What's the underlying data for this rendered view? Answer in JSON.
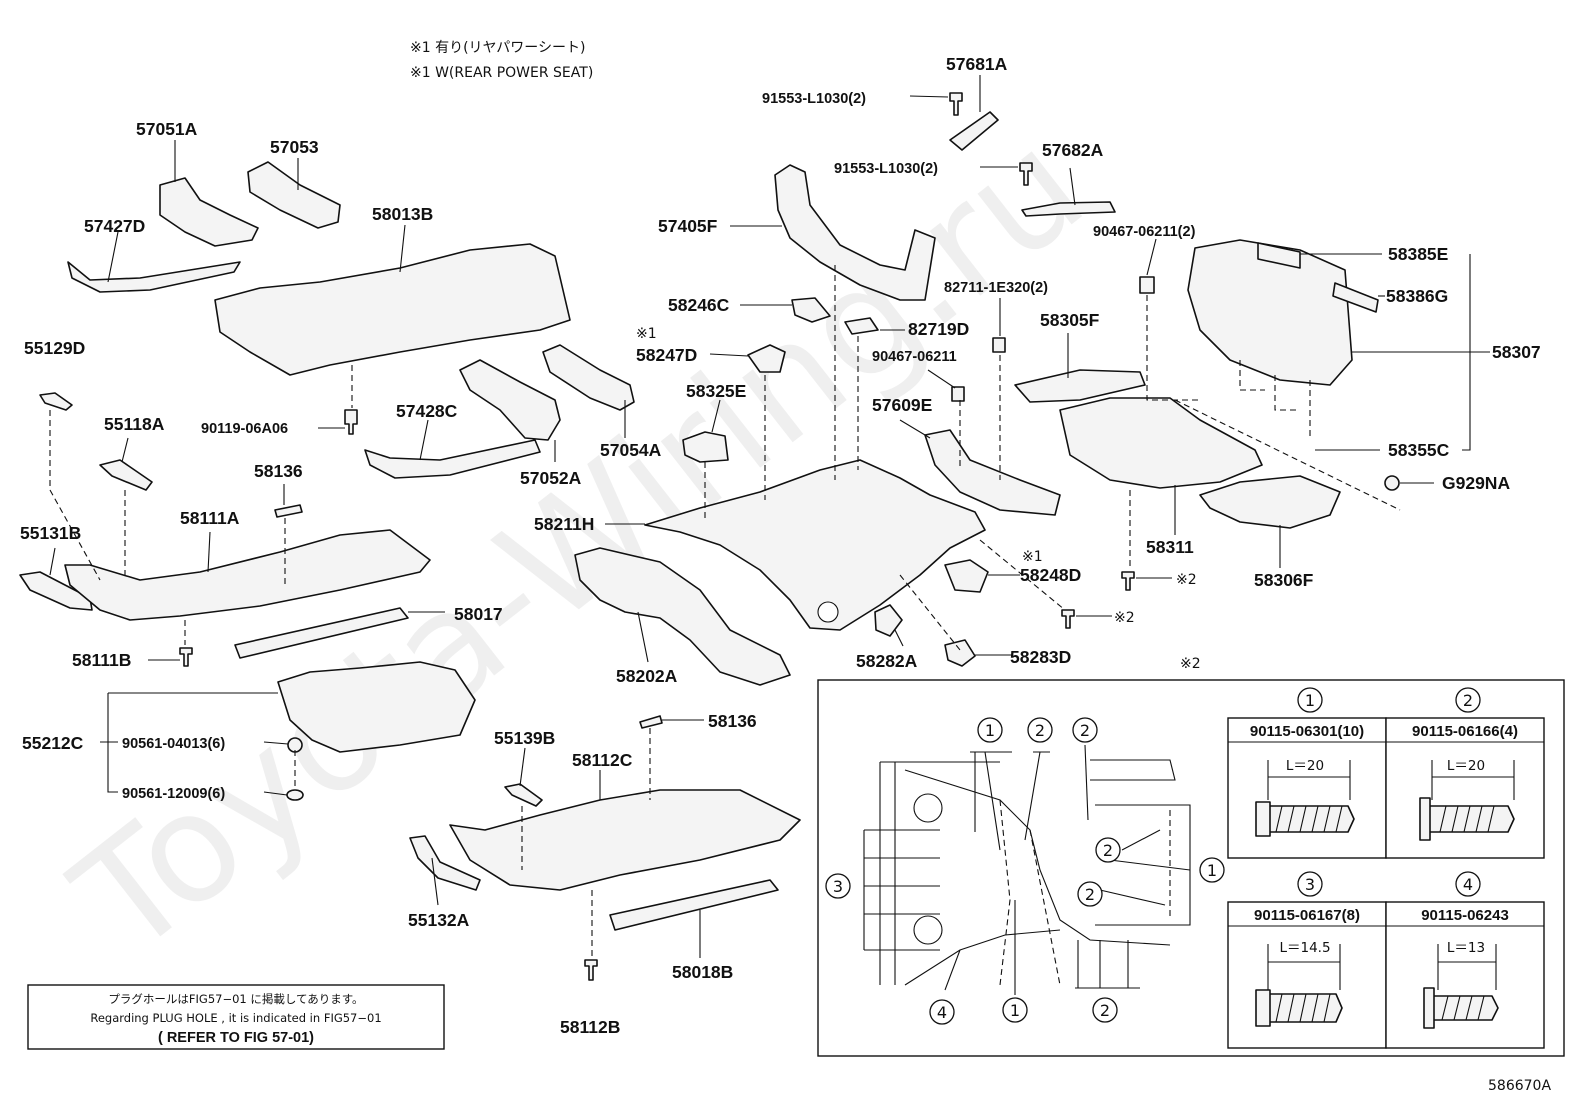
{
  "watermark": "Toyota-Wiring.ru",
  "header_notes": {
    "note_jp": "※1 有り(リヤパワーシート)",
    "note_en": "※1 W(REAR POWER SEAT)"
  },
  "parts": {
    "p57681A": "57681A",
    "p91553a": "91553-L1030(2)",
    "p91553b": "91553-L1030(2)",
    "p57682A": "57682A",
    "p57051A": "57051A",
    "p57053": "57053",
    "p57427D": "57427D",
    "p58013B": "58013B",
    "p57405F": "57405F",
    "p90467_2": "90467-06211(2)",
    "p58385E": "58385E",
    "p82711": "82711-1E320(2)",
    "p58386G": "58386G",
    "p58246C": "58246C",
    "p82719D": "82719D",
    "p58305F": "58305F",
    "p58307": "58307",
    "p58247D": "58247D",
    "p58247D_mark": "※1",
    "p90467": "90467-06211",
    "p58325E": "58325E",
    "p57609E": "57609E",
    "p55129D": "55129D",
    "p57428C": "57428C",
    "p90119": "90119-06A06",
    "p57054A": "57054A",
    "p58355C": "58355C",
    "p55118A": "55118A",
    "p57052A": "57052A",
    "pG929NA": "G929NA",
    "p58136a": "58136",
    "p58211H": "58211H",
    "p58311": "58311",
    "p55131B": "55131B",
    "p58111A": "58111A",
    "p58248D": "58248D",
    "p58248D_mark": "※1",
    "p58306F": "58306F",
    "p58017": "58017",
    "p58111B": "58111B",
    "p58282A": "58282A",
    "p58283D": "58283D",
    "p58202A": "58202A",
    "p55212C": "55212C",
    "p90561_04013": "90561-04013(6)",
    "p90561_12009": "90561-12009(6)",
    "p58136b": "58136",
    "p55139B": "55139B",
    "p58112C": "58112C",
    "p55132A": "55132A",
    "p58018B": "58018B",
    "p58112B": "58112B",
    "mark2_a": "※2",
    "mark2_b": "※2",
    "mark2_c": "※2"
  },
  "inset": {
    "circles": [
      "1",
      "2",
      "2",
      "2",
      "1",
      "3",
      "2",
      "4",
      "1",
      "2"
    ],
    "table": [
      {
        "num": "1",
        "part": "90115-06301(10)",
        "length": "L＝20"
      },
      {
        "num": "2",
        "part": "90115-06166(4)",
        "length": "L＝20"
      },
      {
        "num": "3",
        "part": "90115-06167(8)",
        "length": "L＝14.5"
      },
      {
        "num": "4",
        "part": "90115-06243",
        "length": "L＝13"
      }
    ]
  },
  "plug_note": {
    "line1": "プラグホールはFIG57−01 に掲載してあります。",
    "line2": "Regarding  PLUG HOLE  , it is indicated  in  FIG57−01",
    "line3": "( REFER TO FIG 57-01)"
  },
  "figure_id": "586670A"
}
